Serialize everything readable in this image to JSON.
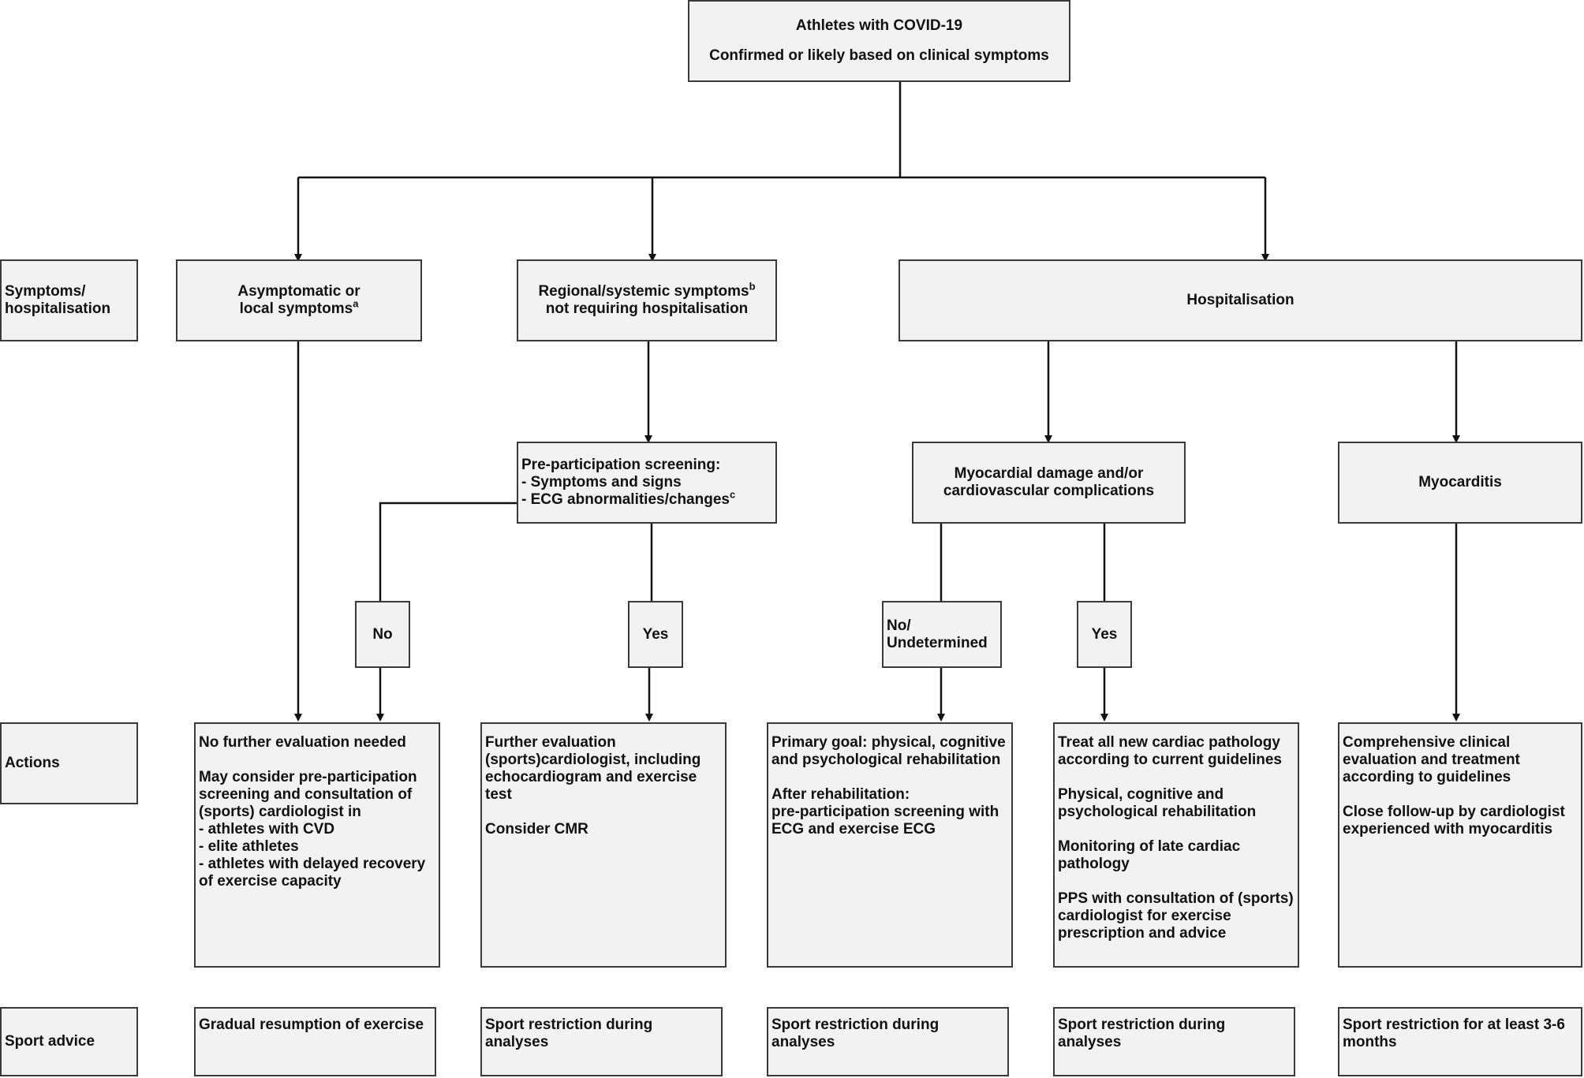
{
  "root": {
    "line1": "Athletes with COVID-19",
    "line2": "Confirmed or likely based on clinical symptoms"
  },
  "row_labels": {
    "symptoms_line1": "Symptoms/",
    "symptoms_line2": "hospitalisation",
    "actions": "Actions",
    "sport_advice": "Sport advice"
  },
  "categories": {
    "asymptomatic_line1": "Asymptomatic or",
    "asymptomatic_line2": "local symptoms",
    "asymptomatic_sup": "a",
    "regional_line1": "Regional/systemic symptoms",
    "regional_sup": "b",
    "regional_line2": "not requiring hospitalisation",
    "hospitalisation": "Hospitalisation"
  },
  "screening": {
    "title": "Pre-participation screening:",
    "item1": "- Symptoms and signs",
    "item2": "- ECG abnormalities/changes",
    "item2_sup": "c"
  },
  "myocardial_damage": {
    "line1": "Myocardial damage and/or",
    "line2": "cardiovascular complications"
  },
  "myocarditis": "Myocarditis",
  "decisions": {
    "screening_no": "No",
    "screening_yes": "Yes",
    "damage_no_line1": "No/",
    "damage_no_line2": "Undetermined",
    "damage_yes": "Yes"
  },
  "actions": {
    "no_further": {
      "p1": "No further evaluation needed",
      "p2_lines": [
        "May consider pre-participation",
        "screening and consultation of",
        "(sports) cardiologist in",
        "- athletes with CVD",
        "- elite athletes",
        "- athletes with delayed recovery",
        "of exercise capacity"
      ]
    },
    "further_eval": {
      "p1_lines": [
        "Further evaluation",
        "(sports)cardiologist, including",
        "echocardiogram and exercise test"
      ],
      "p2": "Consider CMR"
    },
    "rehab": {
      "p1_lines": [
        "Primary goal: physical, cognitive",
        "and psychological rehabilitation"
      ],
      "p2_lines": [
        "After rehabilitation:",
        "pre-participation screening with",
        "ECG and exercise ECG"
      ]
    },
    "treat": {
      "p1_lines": [
        "Treat all new cardiac pathology",
        "according to current guidelines"
      ],
      "p2_lines": [
        "Physical, cognitive and",
        "psychological rehabilitation"
      ],
      "p3_lines": [
        "Monitoring of late cardiac",
        "pathology"
      ],
      "p4_lines": [
        "PPS with consultation of (sports)",
        "cardiologist for exercise",
        "prescription and advice"
      ]
    },
    "myocarditis_care": {
      "p1_lines": [
        "Comprehensive clinical",
        "evaluation and treatment",
        "according to guidelines"
      ],
      "p2_lines": [
        "Close follow-up by cardiologist",
        "experienced with myocarditis"
      ]
    }
  },
  "sport_advice": {
    "col1": "Gradual resumption of exercise",
    "col2": "Sport restriction during analyses",
    "col3": "Sport restriction during analyses",
    "col4": "Sport restriction during analyses",
    "col5_lines": [
      "Sport restriction for at least 3-6",
      "months"
    ]
  }
}
